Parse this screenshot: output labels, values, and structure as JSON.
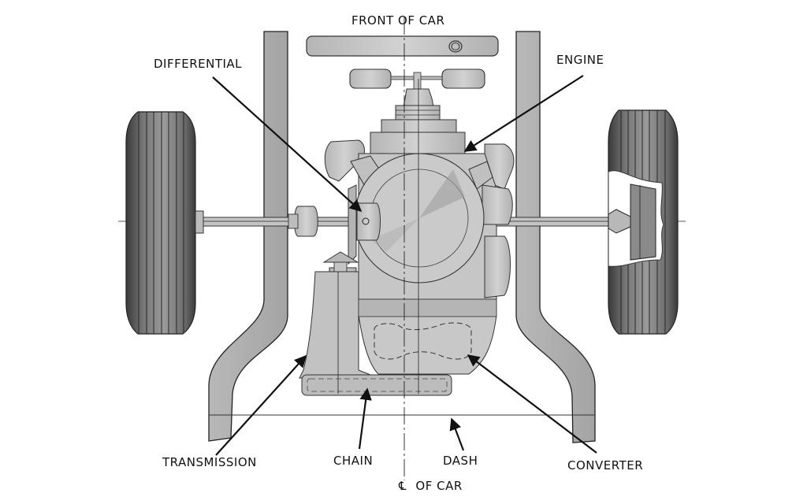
{
  "diagram": {
    "title": "FRONT OF CAR",
    "centerline_label": "OF CAR",
    "centerline_symbol": "℄",
    "labels": {
      "differential": "DIFFERENTIAL",
      "engine": "ENGINE",
      "transmission": "TRANSMISSION",
      "chain": "CHAIN",
      "dash": "DASH",
      "converter": "CONVERTER"
    },
    "components": [
      "front-bumper",
      "radiator-fan",
      "engine-block",
      "flywheel",
      "differential",
      "transmission",
      "chain-case",
      "converter",
      "left-frame-rail",
      "right-frame-rail",
      "left-wheel",
      "right-wheel",
      "axle",
      "dash-line",
      "centerline"
    ],
    "colors": {
      "part_fill": "#c9c9c9",
      "part_dark": "#a8a8a8",
      "tire_fill": "#6e6e6e",
      "line": "#1a1a1a",
      "background": "#ffffff"
    }
  }
}
